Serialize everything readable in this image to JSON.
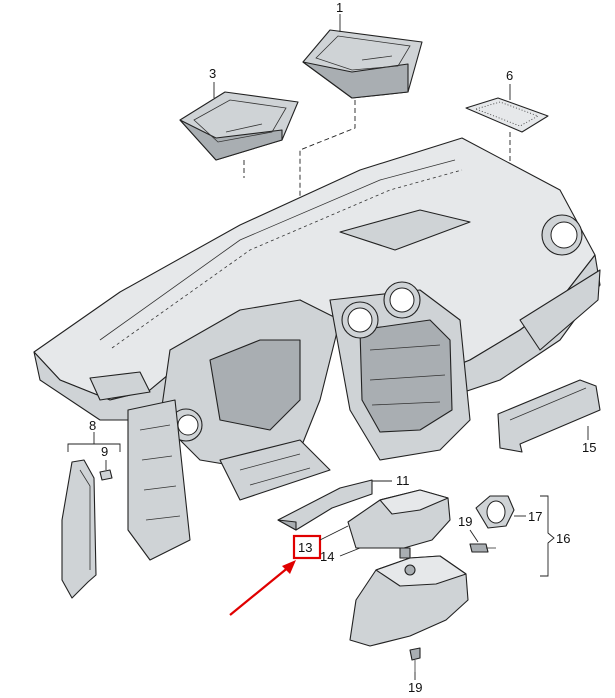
{
  "callouts": {
    "c1": "1",
    "c3": "3",
    "c6": "6",
    "c8": "8",
    "c9": "9",
    "c11": "11",
    "c13": "13",
    "c14": "14",
    "c15": "15",
    "c16": "16",
    "c17": "17",
    "c19a": "19",
    "c19b": "19"
  },
  "highlight": {
    "target": "13",
    "box_color": "#e00000",
    "arrow_color": "#e00000"
  }
}
